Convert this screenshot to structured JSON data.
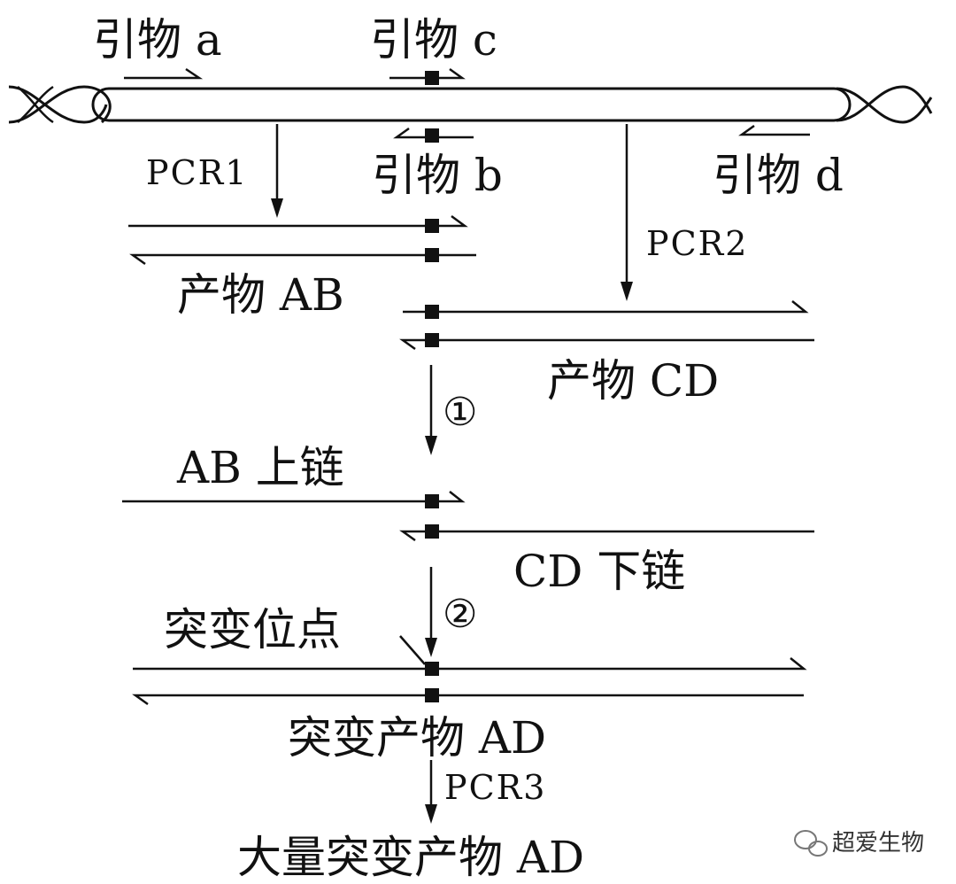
{
  "labels": {
    "primer_a": "引物 a",
    "primer_c": "引物 c",
    "primer_b": "引物 b",
    "primer_d": "引物 d",
    "pcr1": "PCR1",
    "pcr2": "PCR2",
    "pcr3": "PCR3",
    "product_ab": "产物 AB",
    "product_cd": "产物 CD",
    "step1": "①",
    "step2": "②",
    "ab_upper": "AB 上链",
    "cd_lower": "CD 下链",
    "mutation_site": "突变位点",
    "mutant_ad": "突变产物 AD",
    "mass_mutant_ad": "大量突变产物 AD"
  },
  "watermark": {
    "text": "超爱生物",
    "icon": "wechat-icon"
  },
  "colors": {
    "ink": "#111111",
    "background": "#ffffff"
  }
}
